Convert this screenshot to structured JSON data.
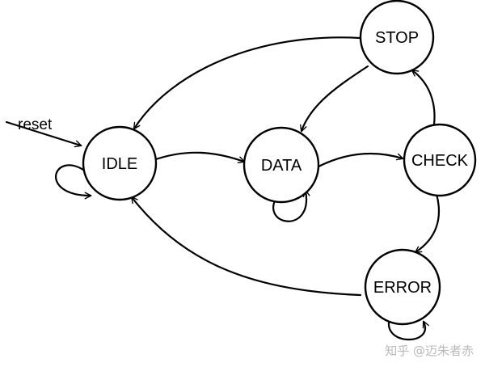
{
  "states": {
    "idle": "IDLE",
    "data": "DATA",
    "check": "CHECK",
    "stop": "STOP",
    "error": "ERROR"
  },
  "reset_label": "reset",
  "watermark": "知乎 @迈朱者赤",
  "colors": {
    "stroke": "#000000",
    "background": "#ffffff",
    "watermark": "#b9b9b9"
  }
}
